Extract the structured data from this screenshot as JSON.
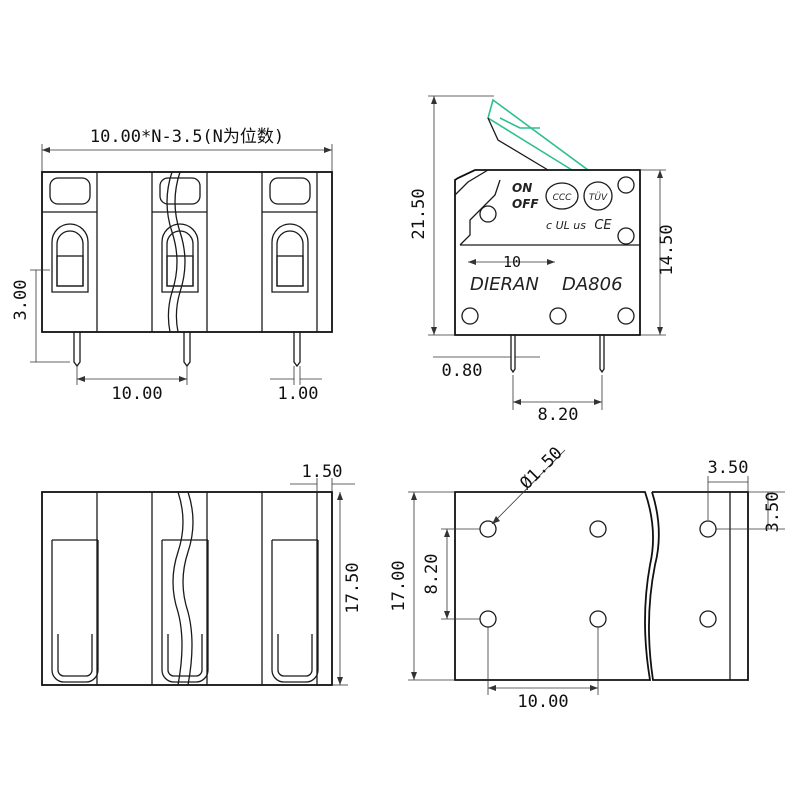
{
  "front_view": {
    "width_formula": "10.00*N-3.5(N为位数)",
    "height": "3.00",
    "pitch": "10.00",
    "pin_thickness": "1.00"
  },
  "side_view": {
    "total_height": "21.50",
    "body_height": "14.50",
    "pin_width": "0.80",
    "pin_spacing": "8.20",
    "pitch_marker": "10",
    "brand": "DIERAN",
    "model": "DA806",
    "switch_on": "ON",
    "switch_off": "OFF",
    "cert_ccc": "CCC",
    "cert_tuv": "TÜV",
    "cert_ul": "c UL us",
    "cert_ce": "CE"
  },
  "bottom_view": {
    "wall": "1.50",
    "depth": "17.50"
  },
  "pcb_view": {
    "hole_diameter": "Ø1.50",
    "row_spacing": "8.20",
    "depth": "17.00",
    "pitch": "10.00",
    "edge_x": "3.50",
    "edge_y": "3.50"
  }
}
